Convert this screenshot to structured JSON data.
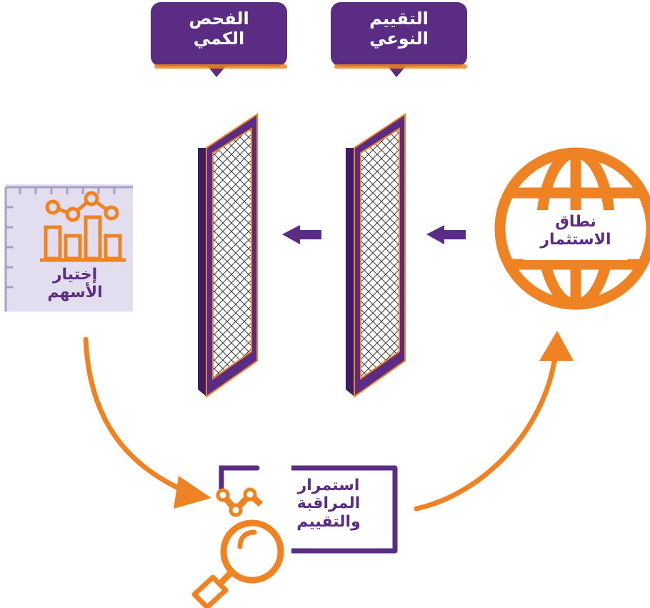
{
  "colors": {
    "purple": "#5b2c83",
    "orange": "#ef8222",
    "lavender": "#e2def0",
    "white": "#ffffff"
  },
  "filters": {
    "quantitative": {
      "line1": "الفحص",
      "line2": "الكمي"
    },
    "qualitative": {
      "line1": "التقييم",
      "line2": "النوعي"
    }
  },
  "scope": {
    "line1": "نطاق",
    "line2": "الاستثمار",
    "icon": "globe-icon"
  },
  "selection": {
    "line1": "إختيار",
    "line2": "الأسهم",
    "icon": "bar-chart-icon"
  },
  "monitoring": {
    "line1": "استمرار",
    "line2": "المراقبة",
    "line3": "والتقييم",
    "icon": "magnifier-icon"
  }
}
